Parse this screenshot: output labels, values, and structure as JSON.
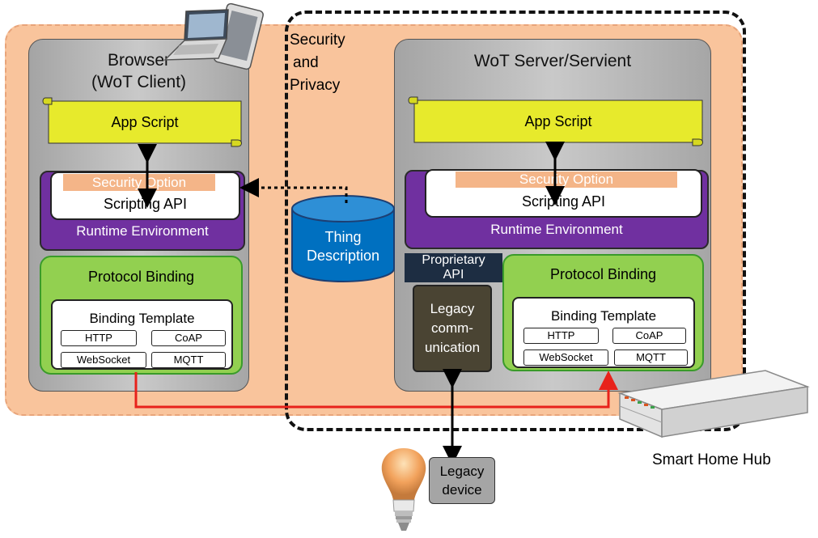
{
  "browser": {
    "title_line1": "Browser",
    "title_line2": "(WoT Client)",
    "app_script": "App Script",
    "security_option": "Security Option",
    "scripting_api": "Scripting API",
    "runtime_environment": "Runtime Environment",
    "protocol_binding": "Protocol Binding",
    "binding_template": "Binding Template",
    "protocols": [
      "HTTP",
      "CoAP",
      "WebSocket",
      "MQTT"
    ]
  },
  "server": {
    "title": "WoT Server/Servient",
    "app_script": "App Script",
    "security_option": "Security Option",
    "scripting_api": "Scripting API",
    "runtime_environment": "Runtime Environment",
    "protocol_binding": "Protocol Binding",
    "binding_template": "Binding Template",
    "protocols": [
      "HTTP",
      "CoAP",
      "WebSocket",
      "MQTT"
    ],
    "proprietary_api_line1": "Proprietary",
    "proprietary_api_line2": "API",
    "legacy_comm_line1": "Legacy",
    "legacy_comm_line2": "comm-",
    "legacy_comm_line3": "unication"
  },
  "security_privacy": {
    "line1": "Security",
    "line2": "and",
    "line3": "Privacy"
  },
  "thing_description": {
    "line1": "Thing",
    "line2": "Description"
  },
  "legacy_device": {
    "line1": "Legacy",
    "line2": "device"
  },
  "smart_home_hub": "Smart Home Hub",
  "colors": {
    "orange_panel": "#f9c49c",
    "scroll_yellow": "#e7ea2c",
    "runtime_purple": "#7030a0",
    "protocol_green": "#92d050",
    "database_blue": "#0070c0",
    "link_red": "#e8221b"
  }
}
